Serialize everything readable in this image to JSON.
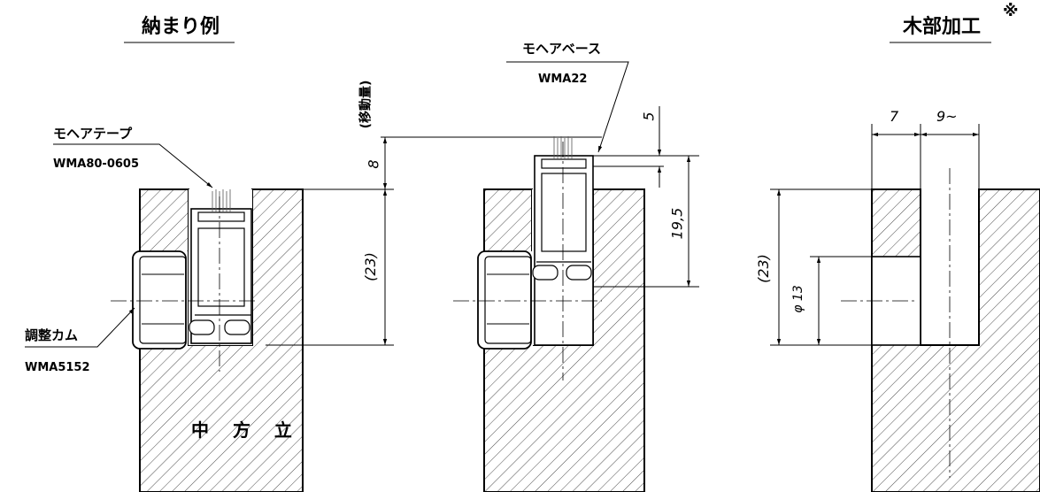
{
  "titles": {
    "installation_example": "納まり例",
    "wood_processing": "木部加工",
    "note_mark": "※"
  },
  "labels": {
    "mohair_tape": "モヘアテープ",
    "mohair_tape_code": "WMA80-0605",
    "mohair_base": "モヘアベース",
    "mohair_base_code": "WMA22",
    "adjust_cam": "調整カム",
    "adjust_cam_code": "WMA5152",
    "mullion": "中 方 立",
    "travel": "(移動量)"
  },
  "dimensions": {
    "d_8": "8",
    "d_23_left": "(23)",
    "d_5": "5",
    "d_19_5": "19,5",
    "d_7": "7",
    "d_9": "9~",
    "d_23_right": "(23)",
    "d_phi13": "φ 13"
  }
}
